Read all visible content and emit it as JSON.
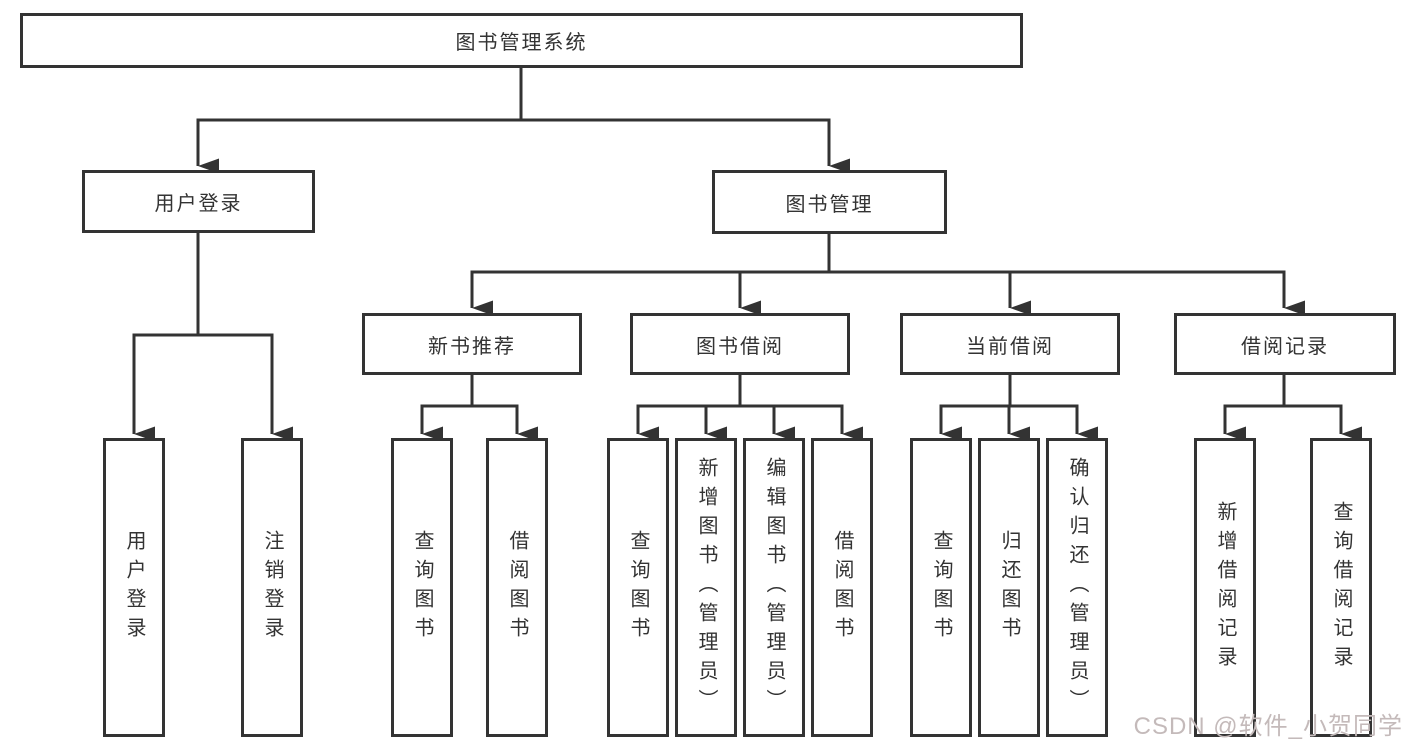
{
  "diagram": {
    "root": {
      "label": "图书管理系统"
    },
    "level2": [
      {
        "label": "用户登录"
      },
      {
        "label": "图书管理"
      }
    ],
    "level3": [
      {
        "label": "新书推荐"
      },
      {
        "label": "图书借阅"
      },
      {
        "label": "当前借阅"
      },
      {
        "label": "借阅记录"
      }
    ],
    "leaves": {
      "user_login": [
        "用户登录",
        "注销登录"
      ],
      "new_book": [
        "查询图书",
        "借阅图书"
      ],
      "book_borrow": [
        "查询图书",
        "新增图书（管理员）",
        "编辑图书（管理员）",
        "借阅图书"
      ],
      "current_borrow": [
        "查询图书",
        "归还图书",
        "确认归还（管理员）"
      ],
      "borrow_records": [
        "新增借阅记录",
        "查询借阅记录"
      ]
    }
  },
  "watermark": {
    "text": "CSDN @软件_小贺同学"
  },
  "colors": {
    "line": "#333333",
    "box_border": "#333333",
    "text": "#333333",
    "watermark_text": "#c4baba",
    "background": "#ffffff"
  }
}
